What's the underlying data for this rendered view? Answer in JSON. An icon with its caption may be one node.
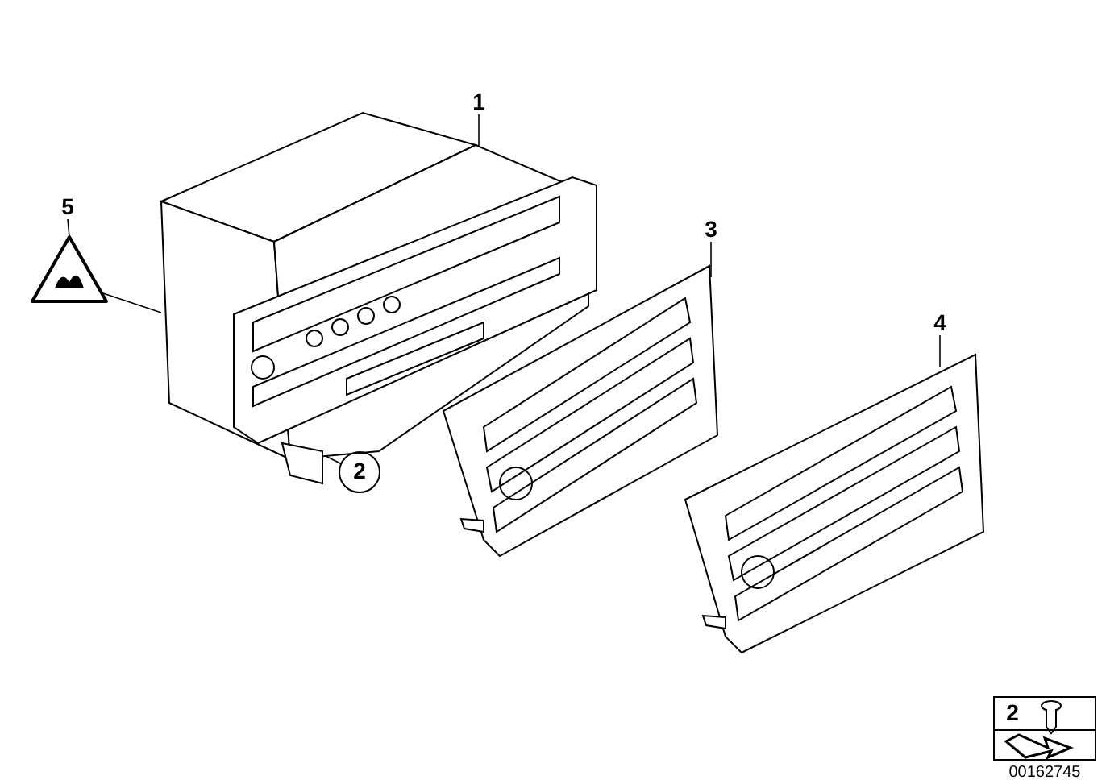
{
  "diagram": {
    "nodes": [
      {
        "text": [
          "1"
        ]
      },
      {
        "text": [],
        "shape": "picture"
      },
      {
        "text": [
          "3"
        ]
      },
      {
        "text": [],
        "shape": "picture"
      },
      {
        "text": [
          "4"
        ]
      },
      {
        "text": [],
        "shape": "picture"
      },
      {
        "text": [
          "5"
        ]
      },
      {
        "text": [],
        "shape": "triangle"
      },
      {
        "text": [
          "2"
        ]
      }
    ],
    "edges": [
      {
        "from": 0,
        "to": 1,
        "arrow": "none"
      },
      {
        "from": 2,
        "to": 3,
        "arrow": "none"
      },
      {
        "from": 4,
        "to": 5,
        "arrow": "none"
      },
      {
        "from": 6,
        "to": 7,
        "arrow": "none"
      },
      {
        "from": 7,
        "to": 1,
        "arrow": "none"
      },
      {
        "from": 8,
        "to": 1,
        "arrow": "none"
      }
    ],
    "labels": [
      "2",
      "00162745"
    ]
  }
}
